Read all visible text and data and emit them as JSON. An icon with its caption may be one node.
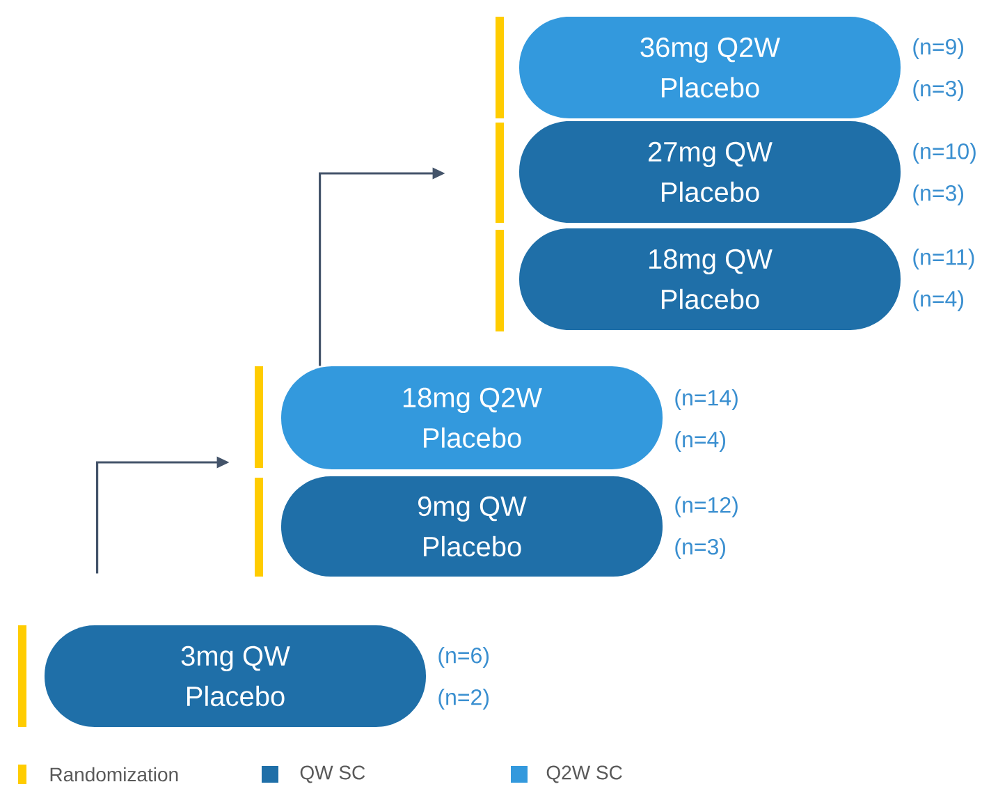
{
  "diagram": {
    "nodes": [
      {
        "text": [
          "36mg Q2W",
          "Placebo"
        ],
        "beside": [
          "(n=9)",
          "(n=3)"
        ]
      },
      {
        "text": [
          "27mg QW",
          "Placebo"
        ],
        "beside": [
          "(n=10)",
          "(n=3)"
        ]
      },
      {
        "text": [
          "18mg QW",
          "Placebo"
        ],
        "beside": [
          "(n=11)",
          "(n=4)"
        ]
      },
      {
        "text": [
          "18mg Q2W",
          "Placebo"
        ],
        "beside": [
          "(n=14)",
          "(n=4)"
        ]
      },
      {
        "text": [
          "9mg QW",
          "Placebo"
        ],
        "beside": [
          "(n=12)",
          "(n=3)"
        ]
      },
      {
        "text": [
          "3mg QW",
          "Placebo"
        ],
        "beside": [
          "(n=6)",
          "(n=2)"
        ]
      }
    ],
    "edges": [
      {
        "from": 5,
        "to": 3,
        "arrow": "to"
      },
      {
        "from": 3,
        "to": 1,
        "arrow": "to"
      }
    ],
    "legend": [
      {
        "text": "Randomization",
        "color": "#ffcc00"
      },
      {
        "text": "QW SC",
        "color": "#1f6fa8"
      },
      {
        "text": "Q2W SC",
        "color": "#3399dd"
      }
    ]
  }
}
